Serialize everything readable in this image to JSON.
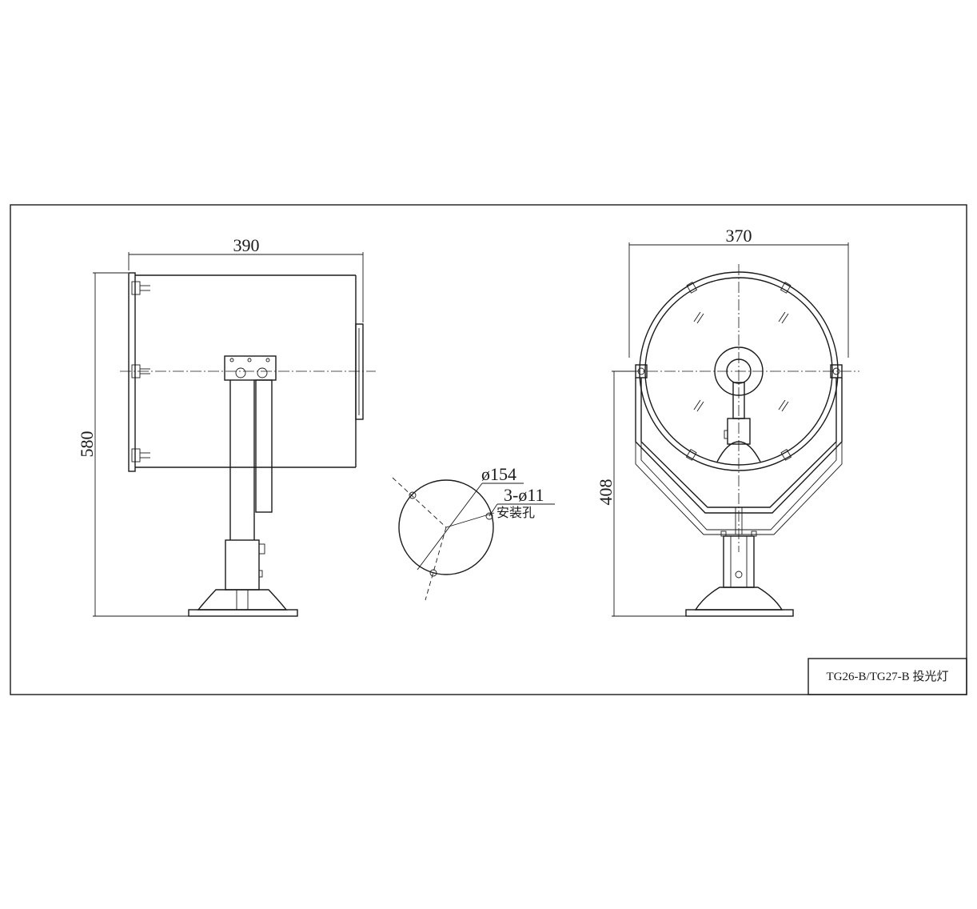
{
  "side_view": {
    "width_dim": "390",
    "height_dim": "580"
  },
  "mount_detail": {
    "bolt_circle": "ø154",
    "holes": "3-ø11",
    "holes_note": "安装孔"
  },
  "front_view": {
    "width_dim": "370",
    "height_dim": "408"
  },
  "title_block": {
    "label": "TG26-B/TG27-B  投光灯"
  }
}
